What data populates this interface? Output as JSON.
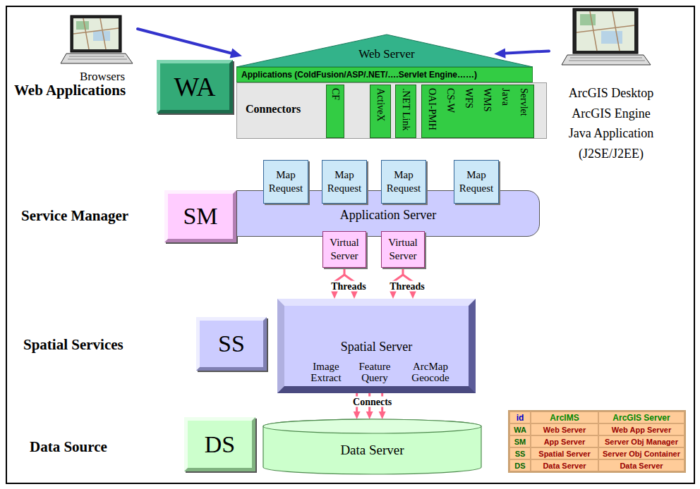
{
  "diagram": {
    "nodes": [
      {
        "text": [
          "Browsers"
        ]
      },
      {
        "text": [
          "WA"
        ]
      },
      {
        "text": [
          "Web Server"
        ]
      },
      {
        "text": [
          "Applications (ColdFusion/ASP/.NET/….Servlet Engine……)"
        ],
        "in": 2
      },
      {
        "text": [
          "Connectors"
        ],
        "in": 2
      },
      {
        "text": [
          "CF"
        ],
        "in": 4
      },
      {
        "text": [
          "ActiveX"
        ],
        "in": 4
      },
      {
        "text": [
          ".NET Link"
        ],
        "in": 4
      },
      {
        "text": [
          "OAI-PMH",
          "CS-W",
          "WFS",
          "WMS",
          "Java",
          "Servlet"
        ],
        "in": 4
      },
      {
        "text": [
          "ArcGIS Desktop",
          "ArcGIS Engine",
          "Java Application",
          "(J2SE/J2EE)"
        ]
      },
      {
        "text": [
          "Map Request"
        ]
      },
      {
        "text": [
          "Map Request"
        ]
      },
      {
        "text": [
          "Map Request"
        ]
      },
      {
        "text": [
          "Map Request"
        ]
      },
      {
        "text": [
          "SM"
        ]
      },
      {
        "text": [
          "Application Server"
        ]
      },
      {
        "text": [
          "Virtual Server"
        ]
      },
      {
        "text": [
          "Virtual Server"
        ]
      },
      {
        "text": [
          "SS"
        ]
      },
      {
        "text": [
          "Spatial Server",
          "Image Extract",
          "Feature Query",
          "ArcMap Geocode"
        ]
      },
      {
        "text": [
          "DS"
        ]
      },
      {
        "text": [
          "Data Server"
        ]
      }
    ],
    "edges": [
      {
        "from": 0,
        "to": 2,
        "arrow": "to"
      },
      {
        "from": 9,
        "to": 2,
        "arrow": "to"
      },
      {
        "from": 16,
        "to": 19,
        "arrow": "to",
        "label": "Threads"
      },
      {
        "from": 17,
        "to": 19,
        "arrow": "to",
        "label": "Threads"
      },
      {
        "from": 19,
        "to": 21,
        "arrow": "to",
        "label": "Connects"
      }
    ],
    "labels": [
      "Web Applications",
      "Service Manager",
      "Spatial Services",
      "Data Source",
      "id",
      "ArcIMS",
      "ArcGIS Server",
      "WA",
      "Web Server",
      "Web App Server",
      "SM",
      "App Server",
      "Server Obj Manager",
      "SS",
      "Spatial Server",
      "Server Obj Container",
      "DS",
      "Data Server",
      "Data Server"
    ]
  }
}
